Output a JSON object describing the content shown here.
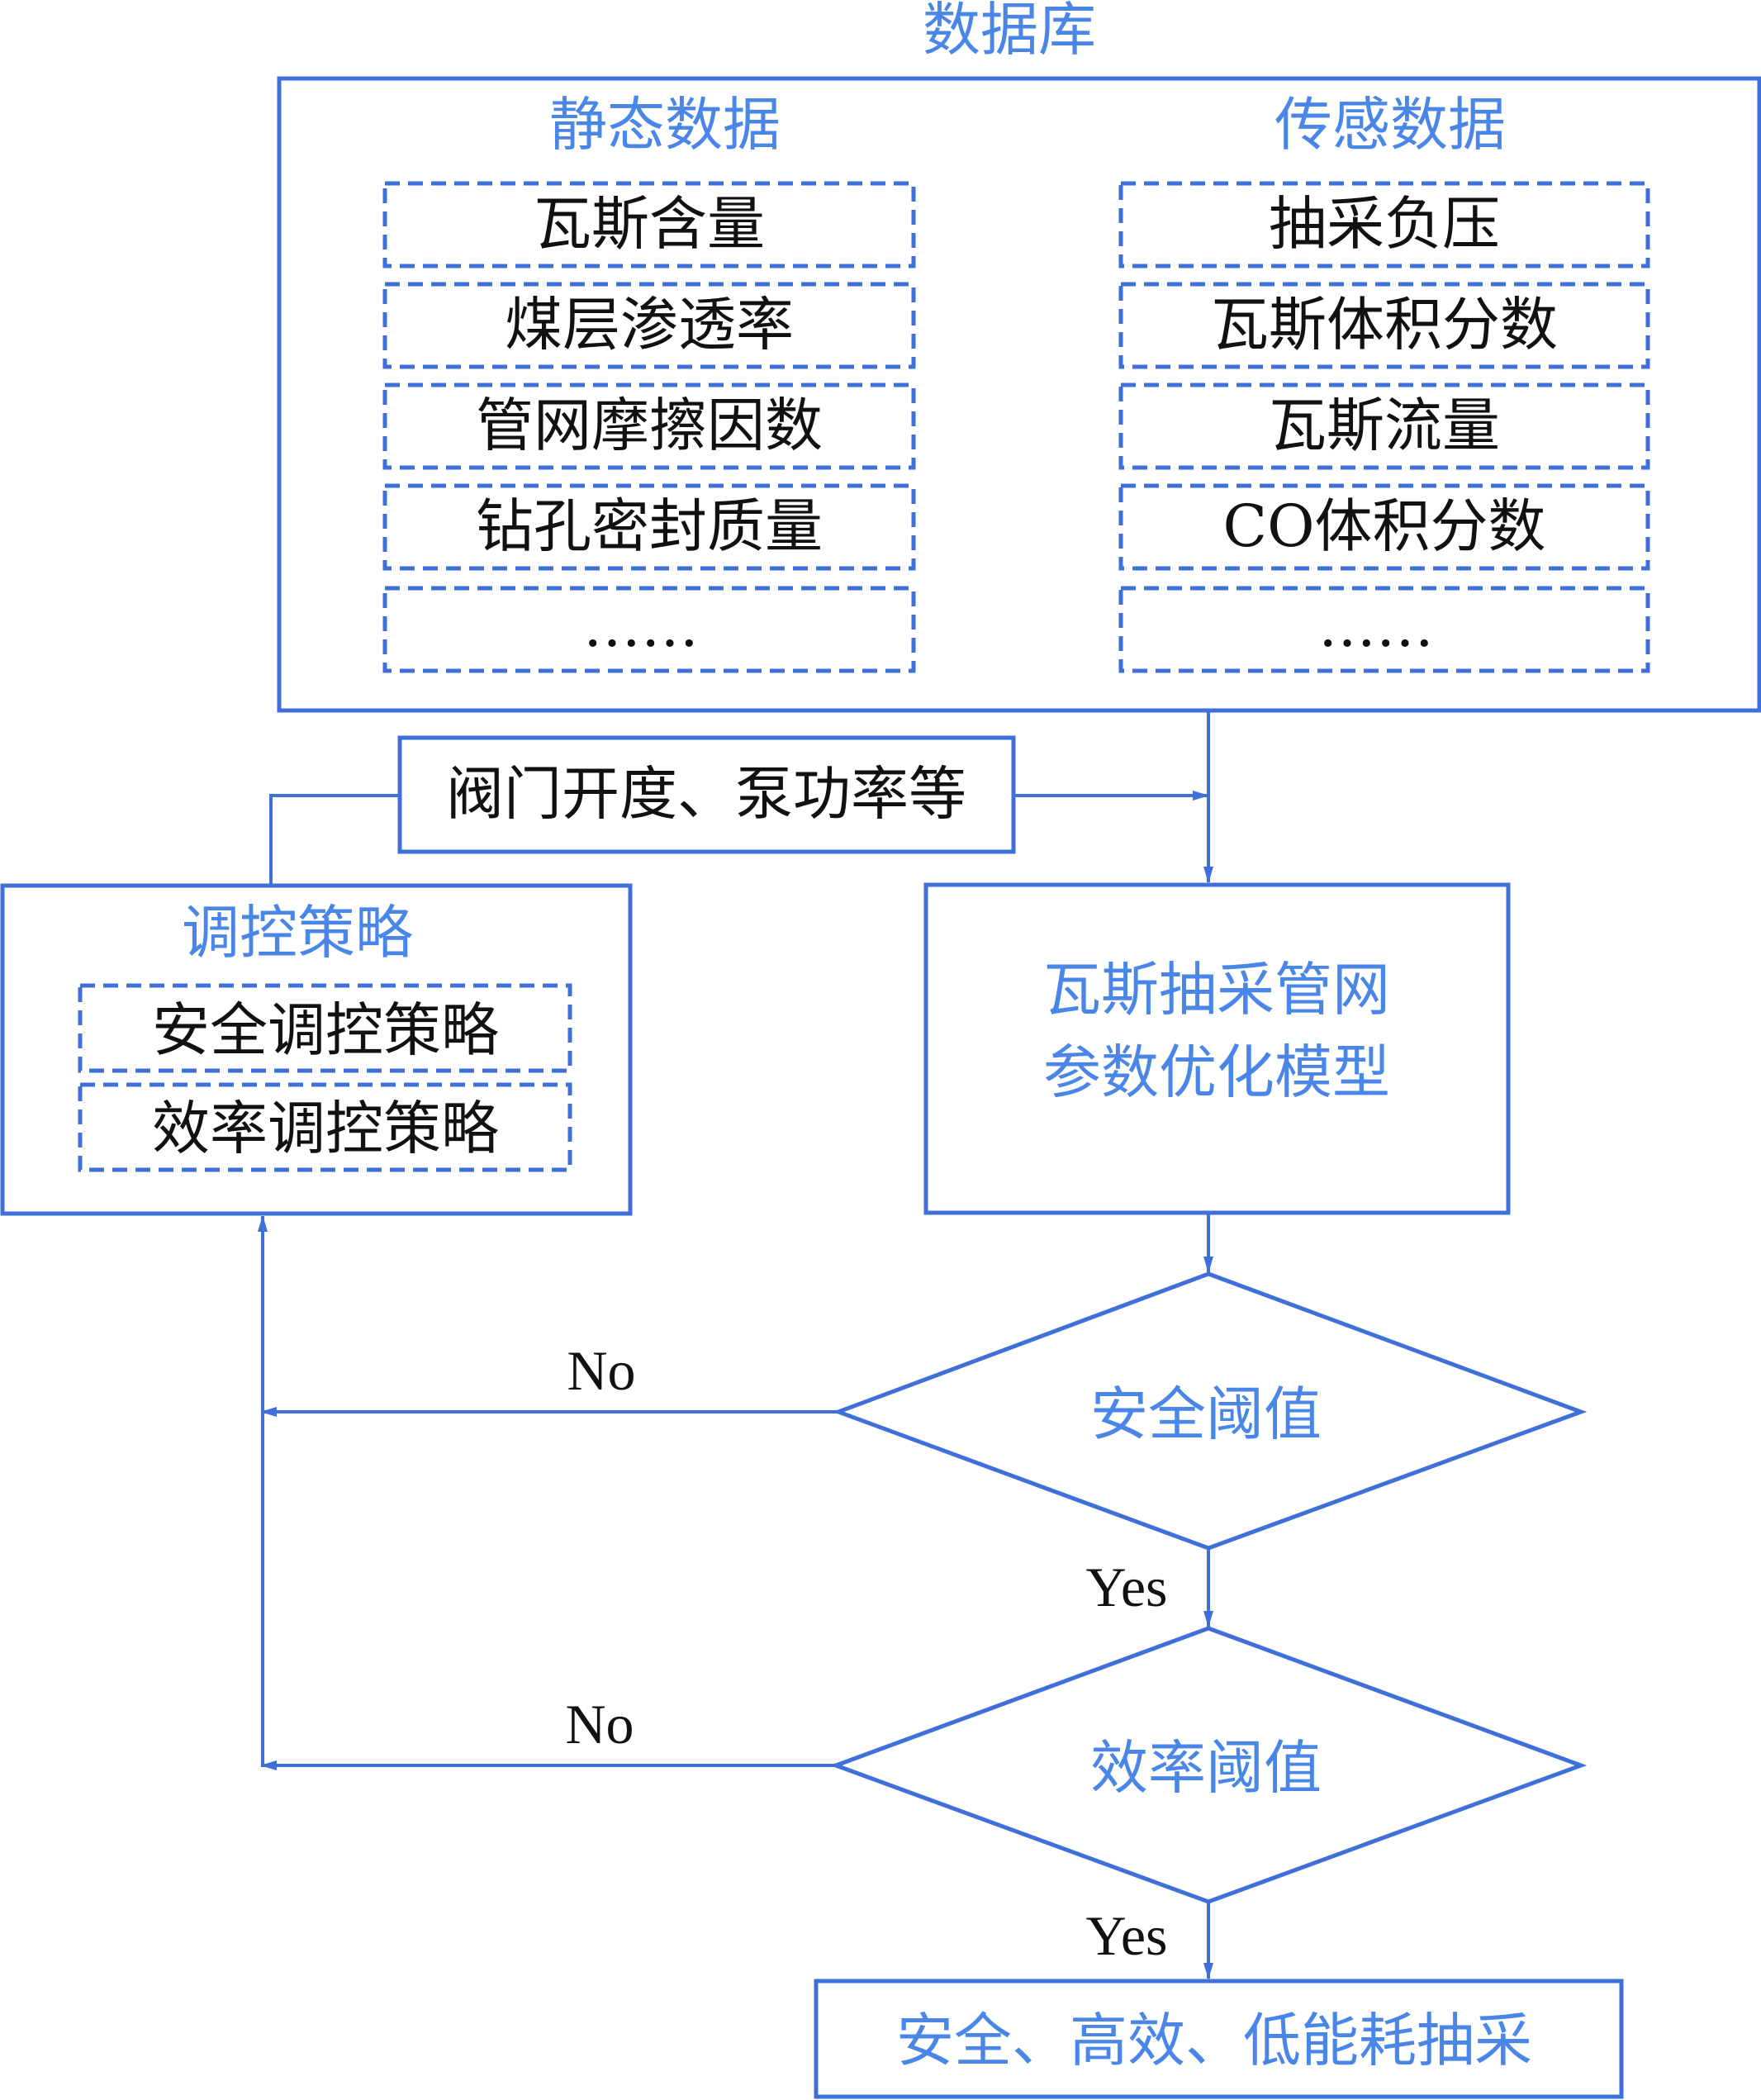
{
  "database": {
    "title": "数据库",
    "static": {
      "title": "静态数据",
      "items": [
        "瓦斯含量",
        "煤层渗透率",
        "管网摩擦因数",
        "钻孔密封质量",
        "……"
      ]
    },
    "sensor": {
      "title": "传感数据",
      "items": [
        "抽采负压",
        "瓦斯体积分数",
        "瓦斯流量",
        "CO体积分数",
        "……"
      ]
    }
  },
  "control_params": "阀门开度、泵功率等",
  "strategy": {
    "title": "调控策略",
    "items": [
      "安全调控策略",
      "效率调控策略"
    ]
  },
  "model": {
    "line1": "瓦斯抽采管网",
    "line2": "参数优化模型"
  },
  "decisions": {
    "safety": "安全阈值",
    "efficiency": "效率阈值"
  },
  "labels": {
    "no1": "No",
    "no2": "No",
    "yes1": "Yes",
    "yes2": "Yes"
  },
  "result": "安全、高效、低能耗抽采"
}
